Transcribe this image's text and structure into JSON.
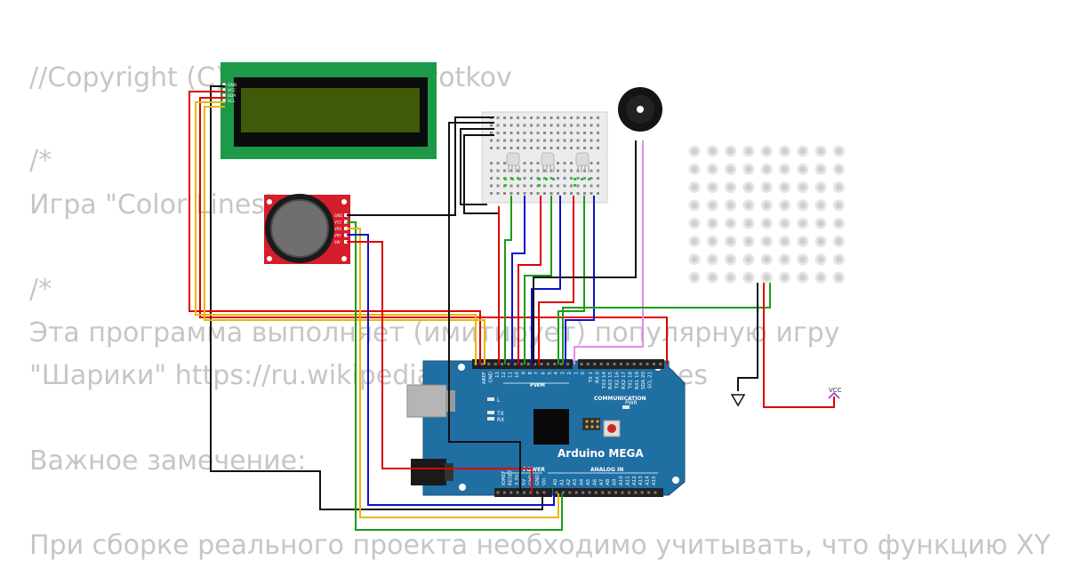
{
  "code_lines": [
    "//Copyright (C) 2024 Kirill ZHivotkov",
    "/*",
    "Игра \"Color Lines\"",
    "/*",
    "Эта программа выполняет (имитирует) популярную игру",
    "\"Шарики\" https://ru.wikipedia.org/wiki/Color_Lines",
    "Важное замечение:",
    "При сборке реального проекта необходимо учитывать, что функцию XY"
  ],
  "board": {
    "name": "Arduino MEGA",
    "pwm_label": "PWM",
    "communication_label": "COMMUNICATION",
    "power_label": "POWER",
    "analog_label": "ANALOG IN",
    "pwr_led_label": "PWR",
    "led_l": "L",
    "led_tx": "TX",
    "led_rx": "RX",
    "top_left_pins": [
      "AREF",
      "GND",
      "13",
      "12",
      "11",
      "10",
      "9",
      "8"
    ],
    "top_mid_pins": [
      "7",
      "6",
      "5",
      "4",
      "3",
      "2",
      "1",
      "0"
    ],
    "comm_pins": [
      "TX 1",
      "RX 0",
      "TX3 14",
      "RX3 15",
      "TX2 16",
      "RX2 17",
      "TX1 18",
      "RX1 19",
      "SDA 20",
      "SCL 21"
    ],
    "power_pins": [
      "IOREF",
      "RESET",
      "3.3V",
      "5V",
      "GND",
      "GND",
      "Vin"
    ],
    "analog_pins": [
      "A0",
      "A1",
      "A2",
      "A3",
      "A4",
      "A5",
      "A6",
      "A7",
      "A8",
      "A9",
      "A10",
      "A11",
      "A12",
      "A13",
      "A14",
      "A15"
    ]
  },
  "lcd": {
    "pins": [
      "GND",
      "VCC",
      "SDA",
      "SCL"
    ]
  },
  "joystick": {
    "pins": [
      "GND",
      "VCC",
      "VRX",
      "VRY",
      "SW"
    ]
  },
  "power_symbols": {
    "vcc_label": "VCC"
  },
  "colors": {
    "board_blue": "#1f6fa3",
    "lcd_green": "#1d9a47",
    "lcd_screen": "#3f5a09",
    "joystick_red": "#d41e2b",
    "wire_red": "#e00000",
    "wire_yellow": "#e6b800",
    "wire_green": "#1a9c1a",
    "wire_blue": "#1010c8",
    "wire_black": "#111111",
    "wire_violet": "#e28ce8"
  }
}
